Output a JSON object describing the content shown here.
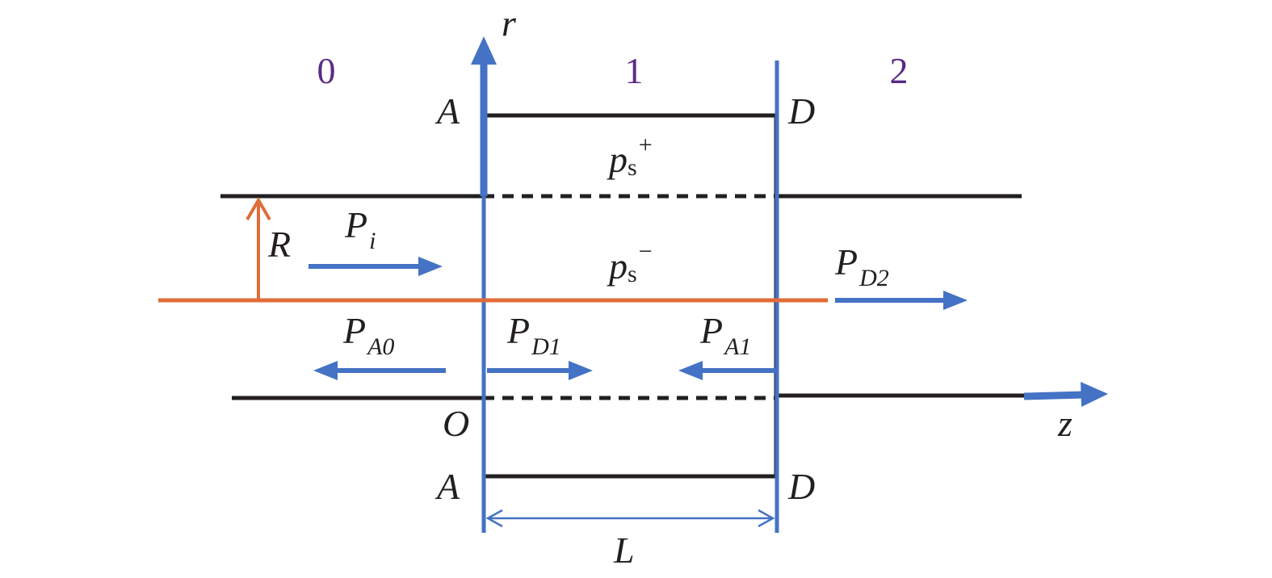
{
  "regions": {
    "r0": "0",
    "r1": "1",
    "r2": "2"
  },
  "axes": {
    "r_label": "r",
    "z_label": "z"
  },
  "points": {
    "A_top": "A",
    "D_top": "D",
    "O": "O",
    "A_bottom": "A",
    "D_bottom": "D"
  },
  "labels": {
    "ps_plus_main": "p",
    "ps_plus_sub": "s",
    "ps_plus_sup": "+",
    "ps_minus_main": "p",
    "ps_minus_sub": "s",
    "ps_minus_sup": "−",
    "R": "R",
    "L": "L",
    "Pi_main": "P",
    "Pi_sub": "i",
    "PD2_main": "P",
    "PD2_sub": "D2",
    "PA0_main": "P",
    "PA0_sub": "A0",
    "PD1_main": "P",
    "PD1_sub": "D1",
    "PA1_main": "P",
    "PA1_sub": "A1"
  },
  "colors": {
    "blue": "#4472c4",
    "orange": "#e06c38",
    "black": "#231f20",
    "purple": "#5b2a86"
  }
}
